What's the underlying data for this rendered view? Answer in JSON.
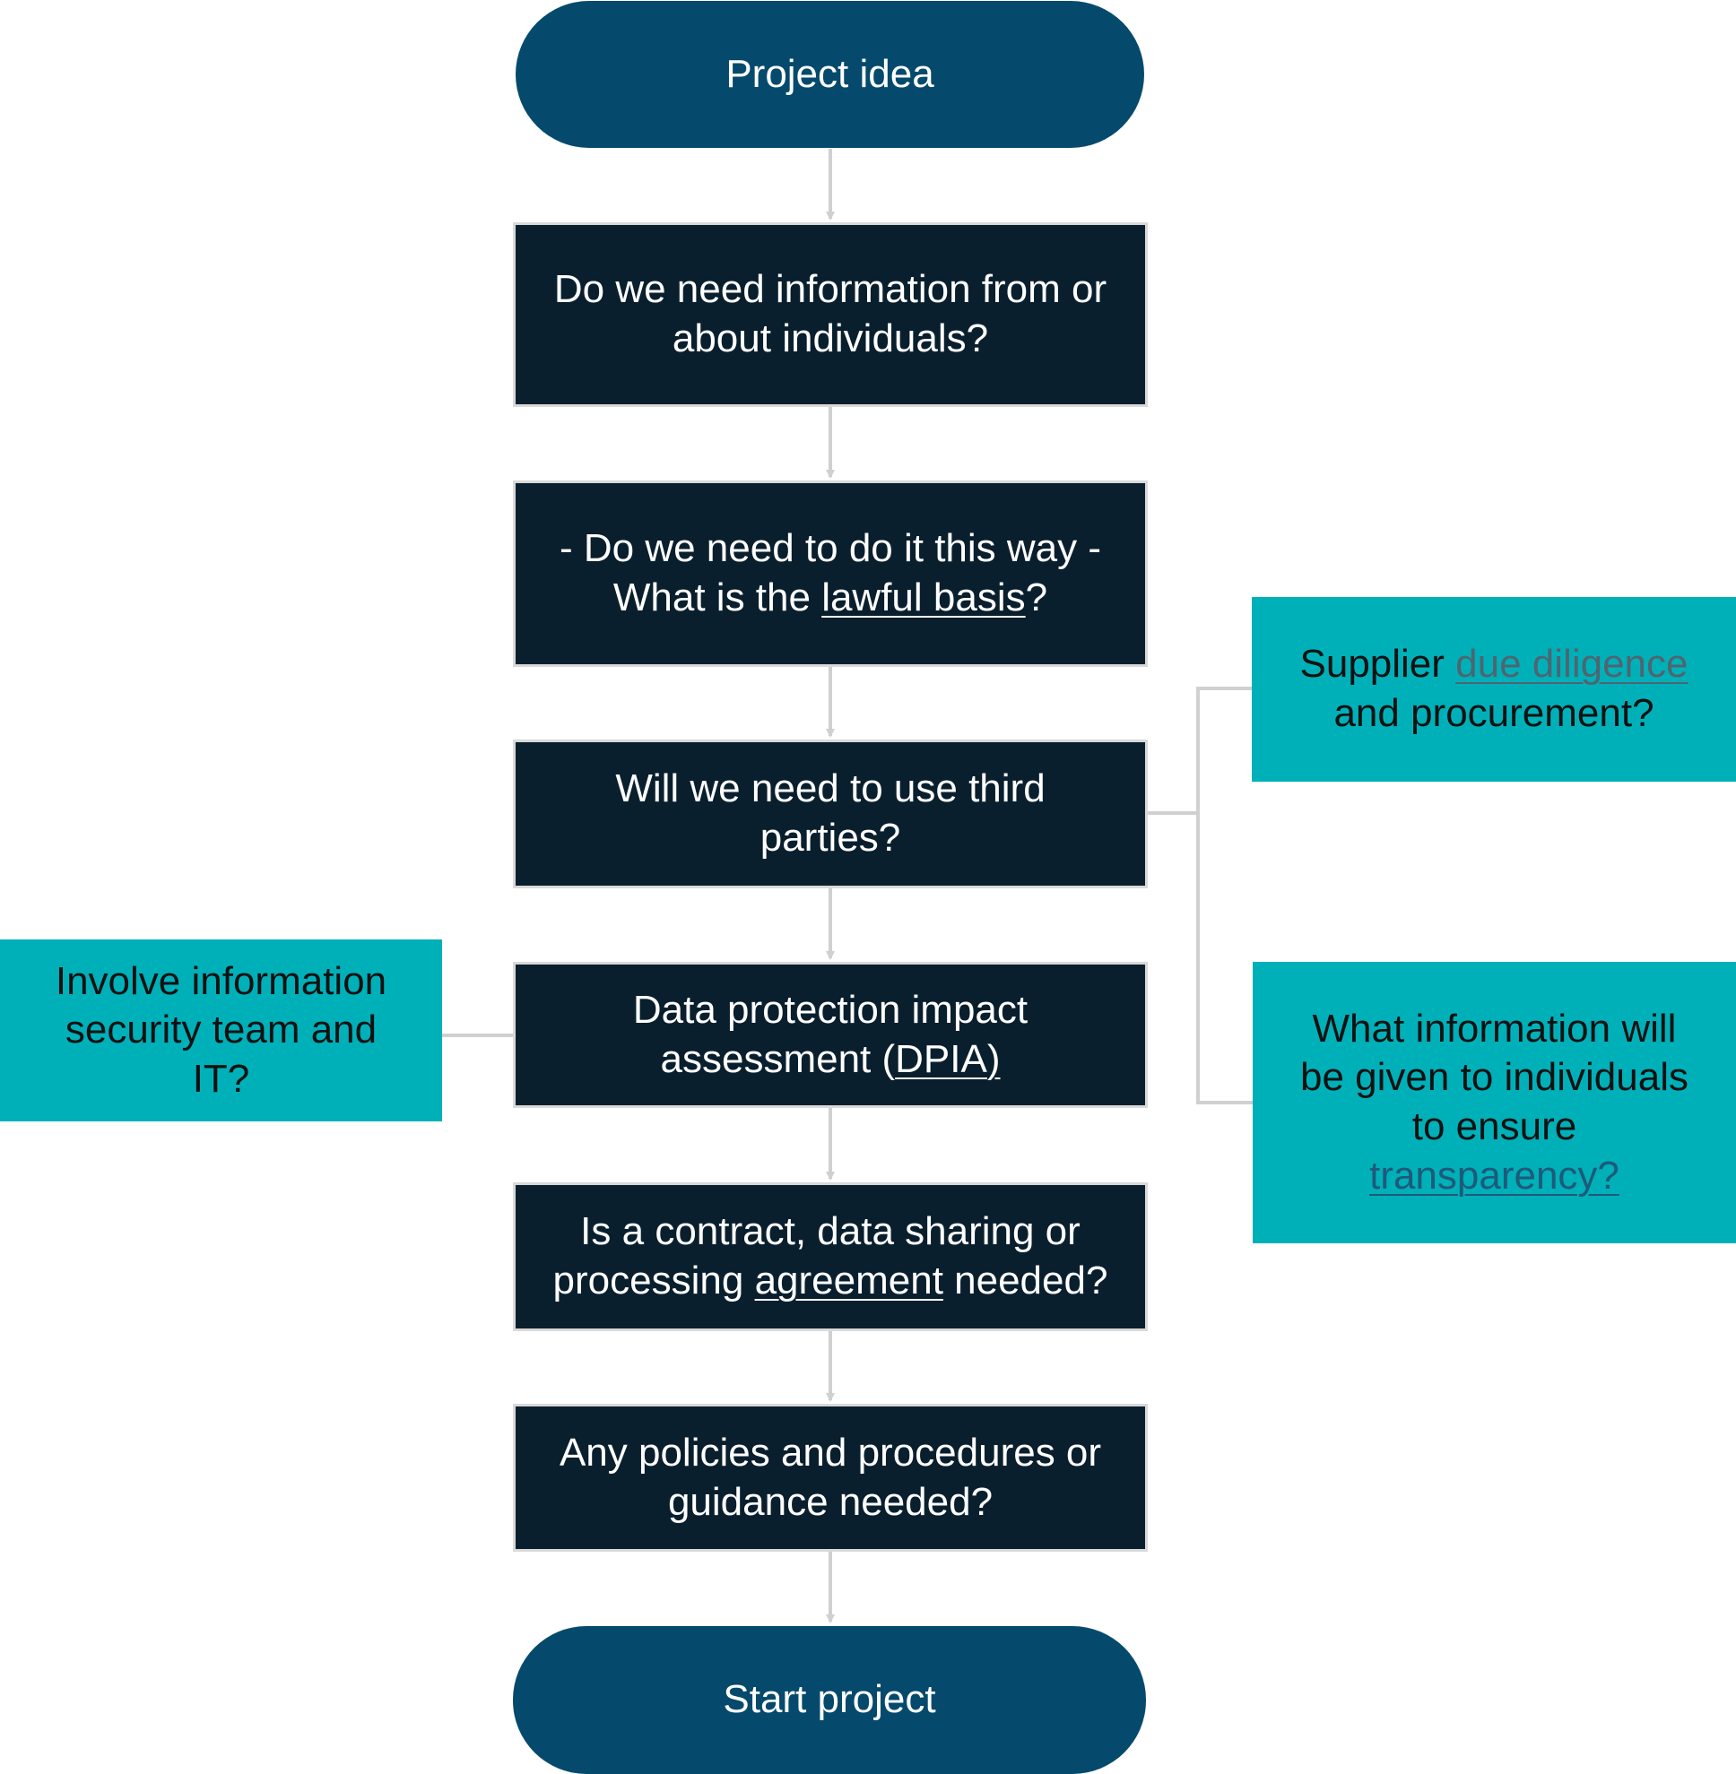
{
  "colors": {
    "pill": "#054a6c",
    "step": "#0a1f2e",
    "side": "#00b0b9",
    "connector": "#d0d0d0"
  },
  "flow": {
    "start": {
      "label": "Project idea"
    },
    "step1": {
      "line1": "Do we need information from or",
      "line2": "about individuals?"
    },
    "step2": {
      "line1": "- Do we need to do it this way -",
      "line2_pre": "What is the ",
      "line2_link": "lawful basis",
      "line2_post": "?"
    },
    "step3": {
      "line1": "Will we need to use third",
      "line2": "parties?"
    },
    "step4": {
      "line1": "Data protection impact",
      "line2_pre": "assessment (",
      "line2_link": "DPIA)"
    },
    "step5": {
      "line1": "Is a contract, data sharing or",
      "line2_pre": "processing ",
      "line2_link": "agreement",
      "line2_post": " needed?"
    },
    "step6": {
      "line1": "Any policies and procedures or",
      "line2": "guidance needed?"
    },
    "end": {
      "label": "Start project"
    }
  },
  "side": {
    "left": {
      "line1": "Involve information",
      "line2": "security team and",
      "line3": "IT?"
    },
    "right_top": {
      "line1_pre": "Supplier ",
      "line1_link": "due diligence",
      "line2": "and procurement?"
    },
    "right_bottom": {
      "line1": "What information will",
      "line2": "be given to individuals",
      "line3": "to ensure",
      "line4_link": "transparency?"
    }
  }
}
